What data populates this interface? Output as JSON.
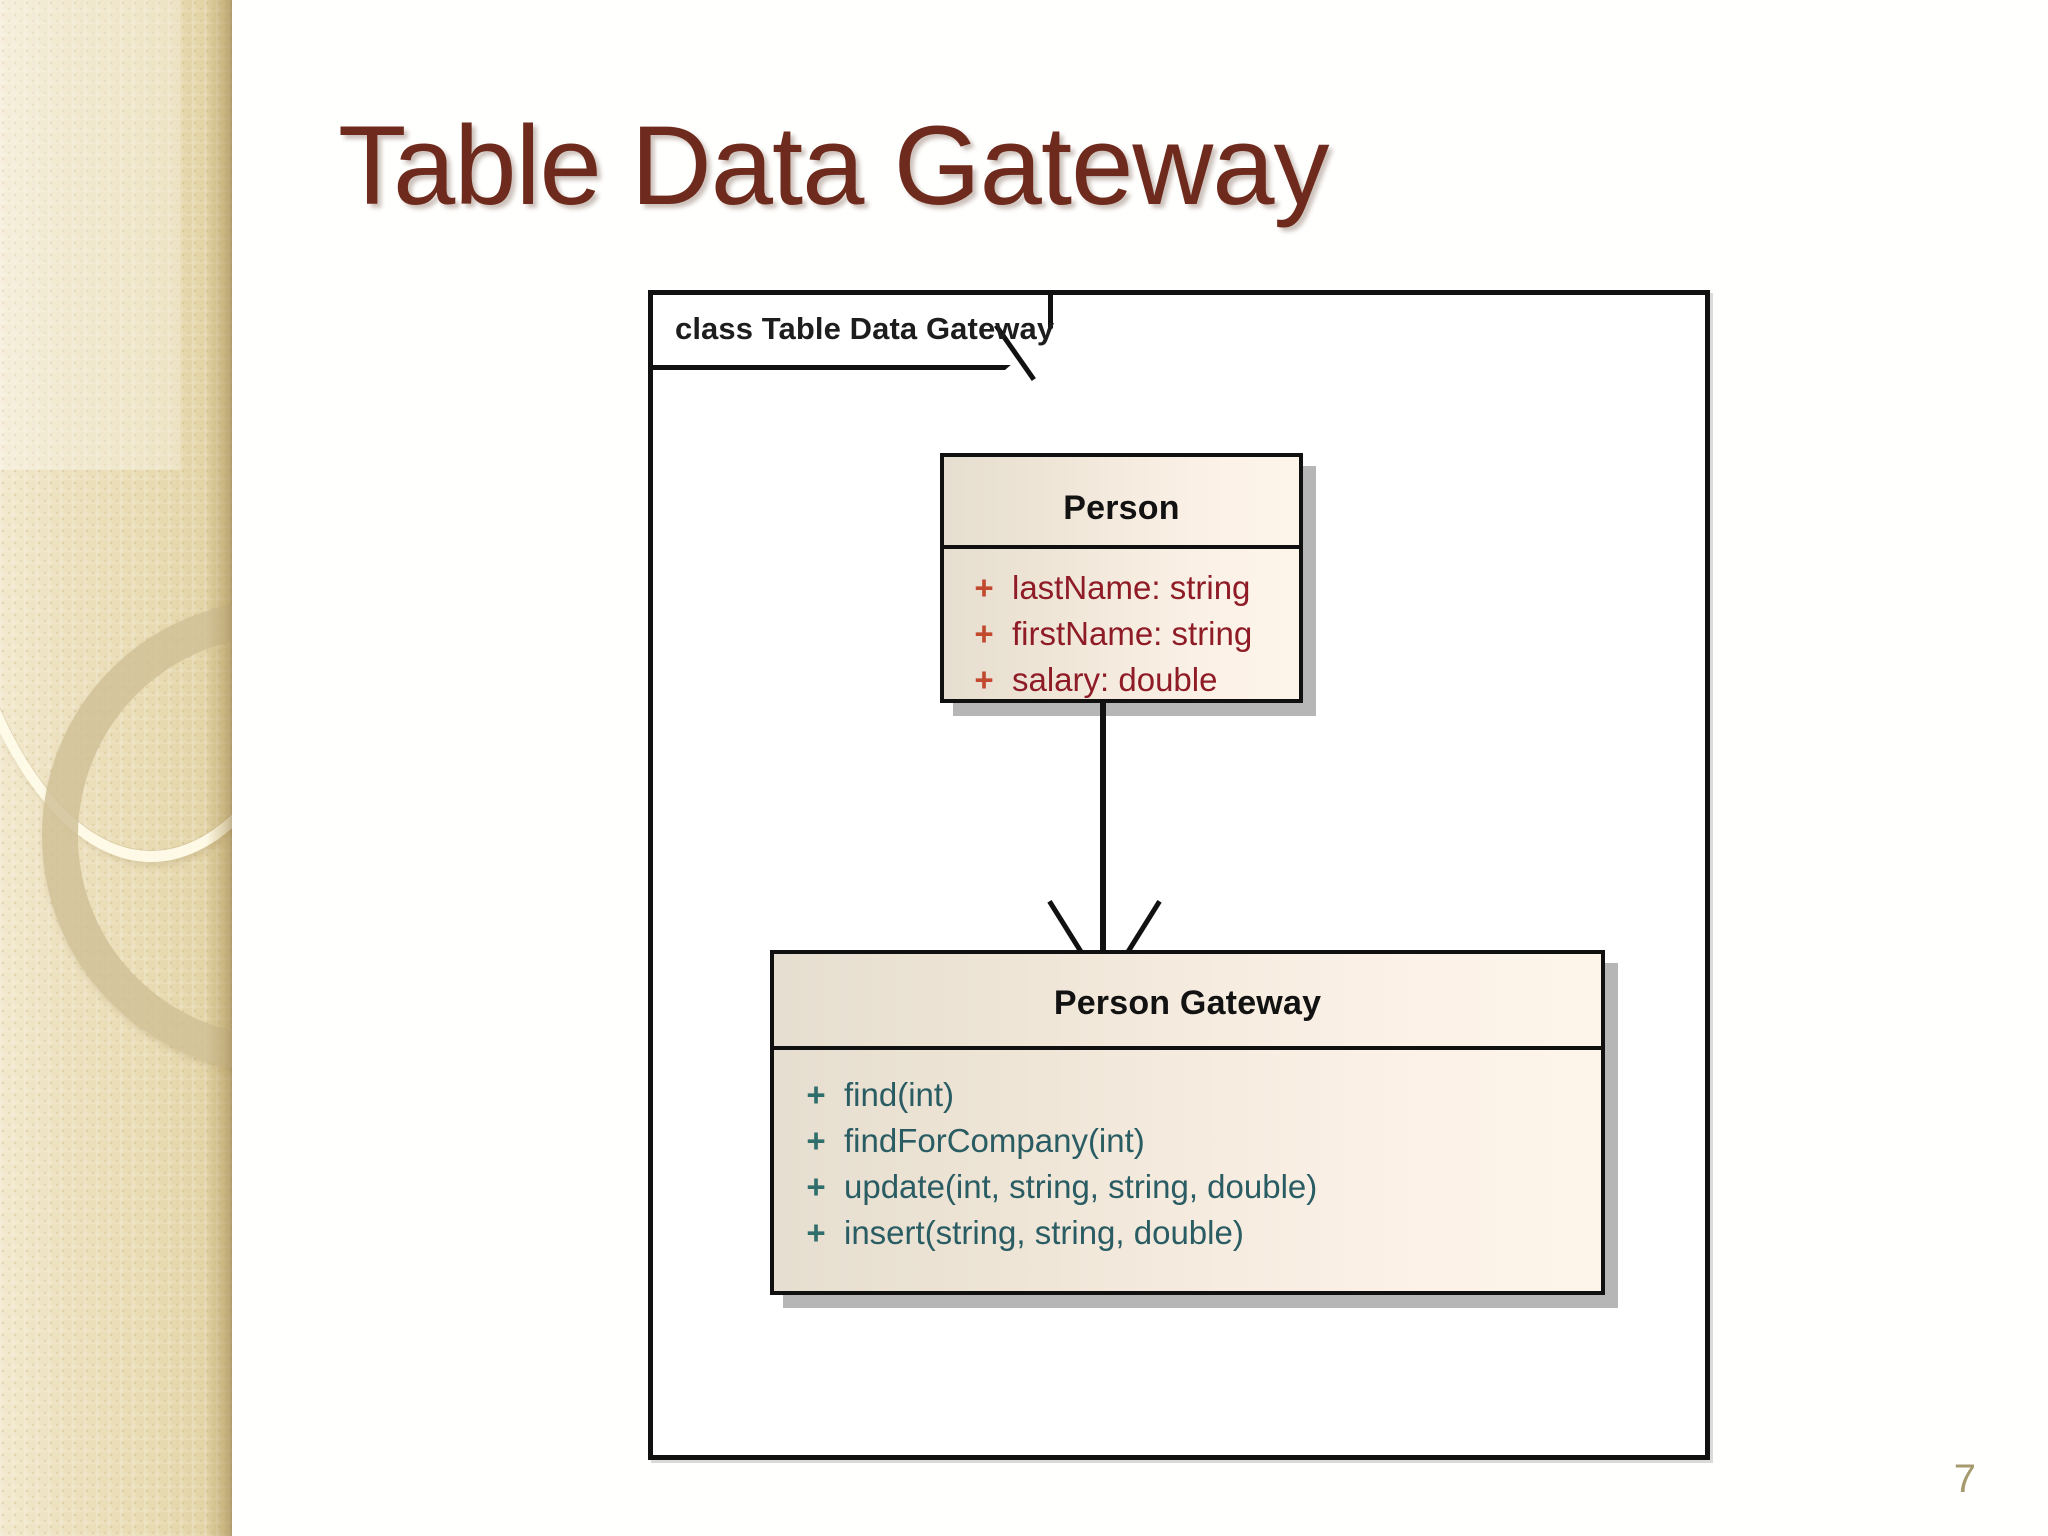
{
  "slide": {
    "title": "Table Data Gateway",
    "page_number": "7",
    "title_color": "#6E2A1C",
    "page_number_color": "#A79A6E",
    "background_color": "#FFFFFF"
  },
  "sidebar": {
    "name": "decorative-sidebar",
    "base_color": "#ECE0BD",
    "accent_color": "#D0BF96",
    "ring_color": "#FFFCEA"
  },
  "diagram": {
    "frame_label": "class Table Data Gateway",
    "frame_border_color": "#111111",
    "frame_background": "#FFFFFF",
    "classes": [
      {
        "id": "person",
        "name": "Person",
        "name_color": "#121212",
        "fill_start": "#E6DED0",
        "fill_end": "#FDF4EA",
        "member_color": "#8E1B26",
        "visibility_color": "#C14A2E",
        "members": [
          {
            "visibility": "+",
            "signature": "lastName:  string"
          },
          {
            "visibility": "+",
            "signature": "firstName:  string"
          },
          {
            "visibility": "+",
            "signature": "salary:  double"
          }
        ]
      },
      {
        "id": "person-gateway",
        "name": "Person Gateway",
        "name_color": "#121212",
        "fill_start": "#E6DED0",
        "fill_end": "#FDF4EA",
        "member_color": "#2A5C63",
        "visibility_color": "#2F6E6B",
        "members": [
          {
            "visibility": "+",
            "signature": "find(int)"
          },
          {
            "visibility": "+",
            "signature": "findForCompany(int)"
          },
          {
            "visibility": "+",
            "signature": "update(int, string, string, double)"
          },
          {
            "visibility": "+",
            "signature": "insert(string, string, double)"
          }
        ]
      }
    ],
    "connector": {
      "type": "open-arrow",
      "from": "Person",
      "to": "Person Gateway",
      "color": "#111111"
    }
  }
}
